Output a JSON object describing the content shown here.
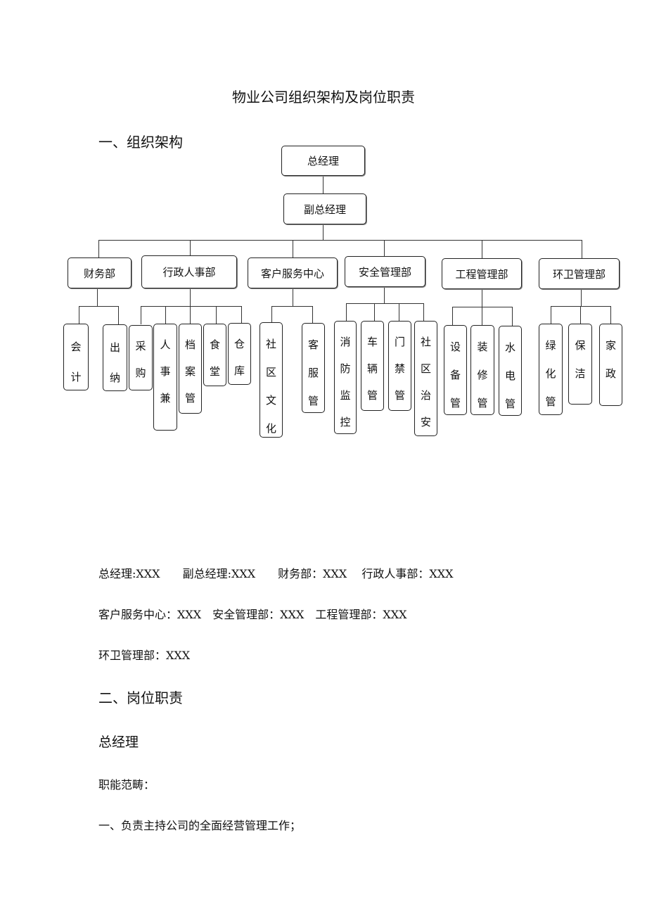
{
  "doc": {
    "title": "物业公司组织架构及岗位职责",
    "section1": "一、组织架构",
    "section2": "二、岗位职责",
    "gm_heading": "总经理",
    "scope_label": "职能范畴：",
    "duty1": "一、负责主持公司的全面经营管理工作；"
  },
  "org": {
    "top": "总经理",
    "deputy": "副总经理",
    "departments": [
      "财务部",
      "行政人事部",
      "客户服务中心",
      "安全管理部",
      "工程管理部",
      "环卫管理部"
    ],
    "units": {
      "finance": [
        "会计",
        "出纳"
      ],
      "admin": [
        "采购",
        "人事兼",
        "档案管",
        "食堂",
        "仓库"
      ],
      "service": [
        "社区文化",
        "客服管"
      ],
      "security": [
        "消防监控",
        "车辆管",
        "门禁管",
        "社区治安"
      ],
      "engineering": [
        "设备管",
        "装修管",
        "水电管"
      ],
      "sanitation": [
        "绿化管",
        "保洁",
        "家政"
      ]
    }
  },
  "staff": {
    "line1": "总经理:XXX　　副总经理:XXX　　财务部：XXX　 行政人事部：XXX",
    "line2": "客户服务中心：XXX　安全管理部：XXX　工程管理部：XXX",
    "line3": "环卫管理部：XXX"
  }
}
